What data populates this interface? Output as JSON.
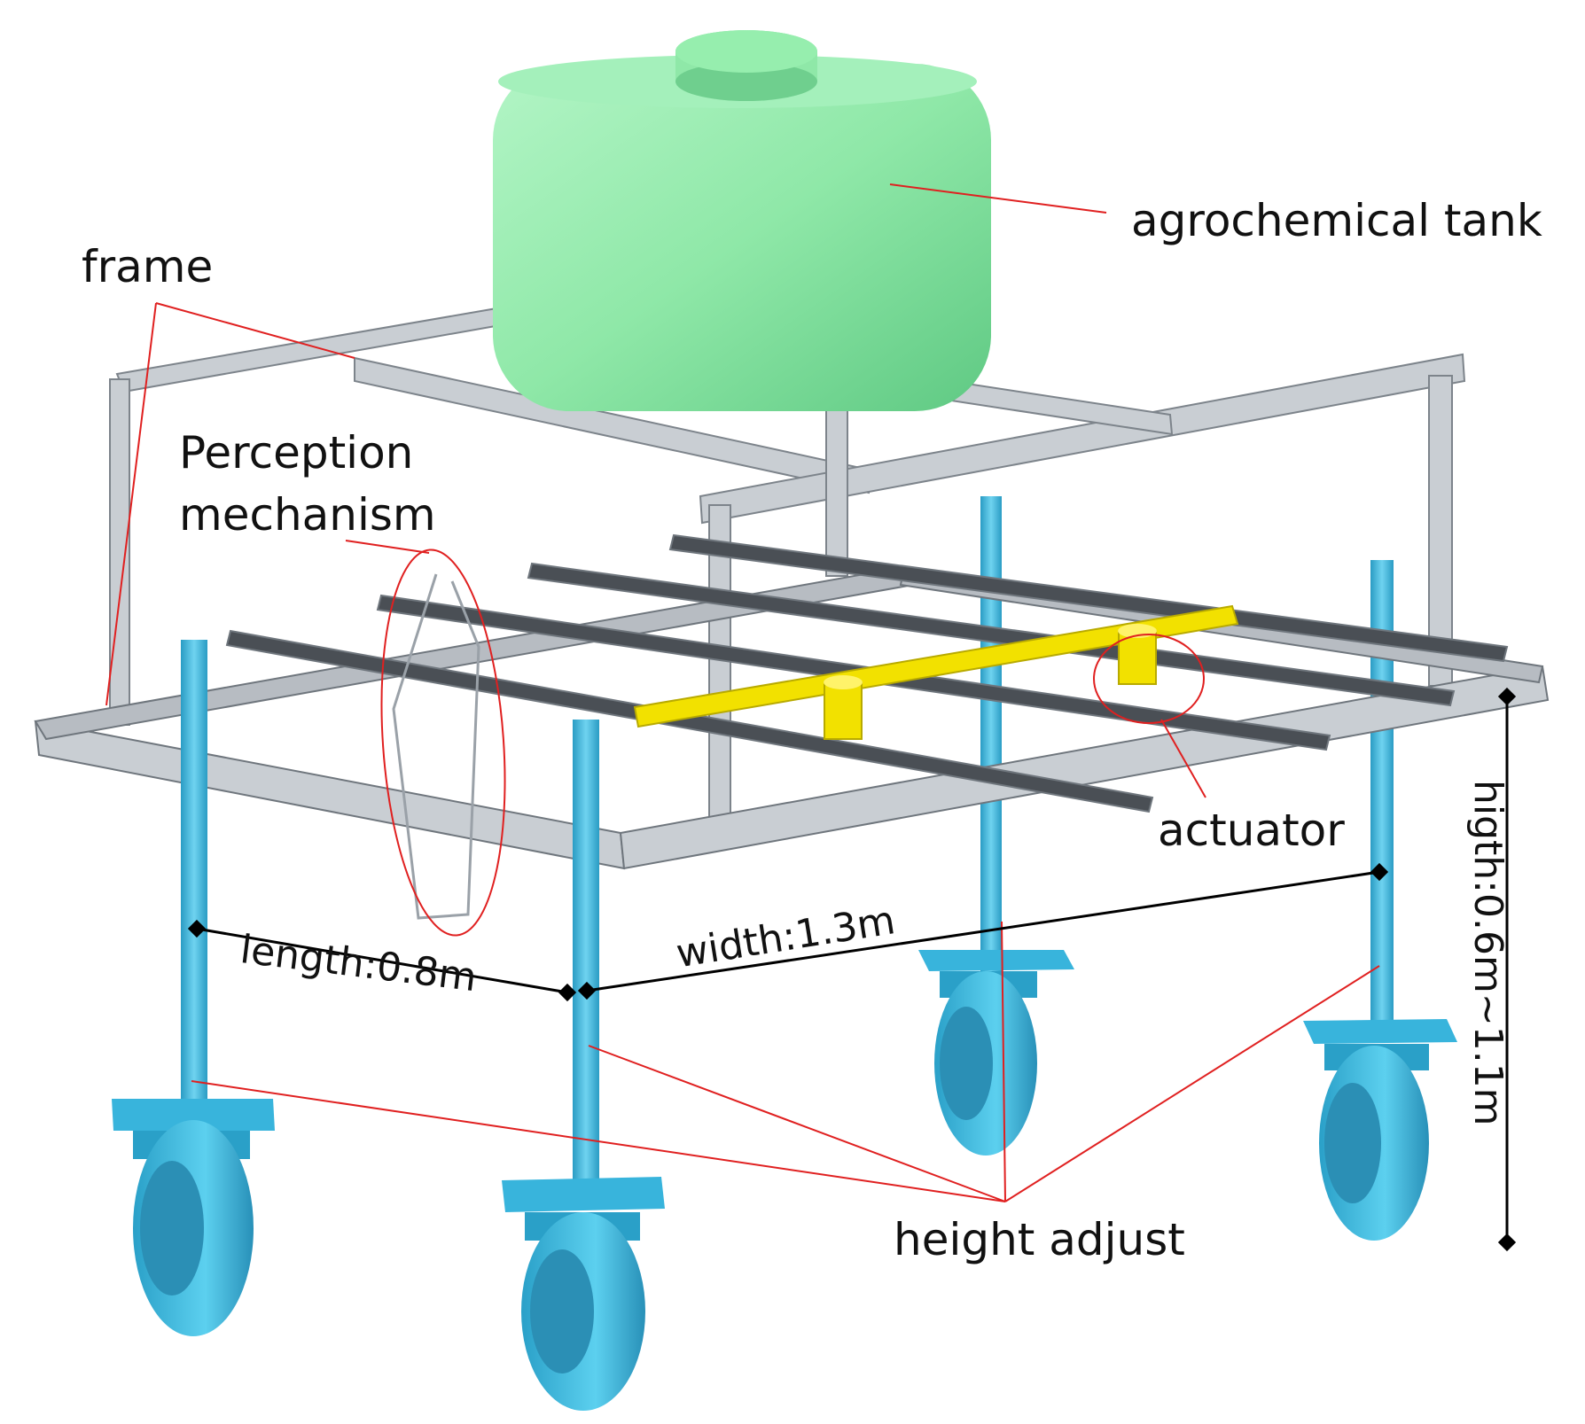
{
  "labels": {
    "tank": "agrochemical tank",
    "frame": "frame",
    "perception": "Perception\nmechanism",
    "actuator": "actuator",
    "height_adjust": "height adjust",
    "width": "width:1.3m",
    "length": "length:0.8m",
    "height": "higth:0.6m~1.1m"
  },
  "colors": {
    "tank": "#8fe8a8",
    "frame": "#c9ced3",
    "legs": "#3fb8dc",
    "actuator": "#f2e100",
    "leader_lines": "#e02020",
    "dimension_lines": "#000000"
  }
}
